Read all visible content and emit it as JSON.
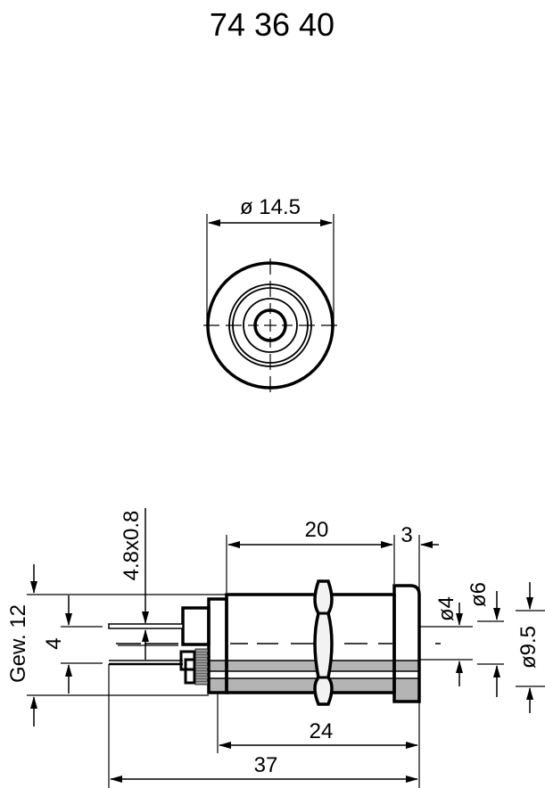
{
  "part_number": "74 36 40",
  "front_view": {
    "diameter_label": "ø 14.5"
  },
  "side_view": {
    "dimensions": {
      "body_length": "20",
      "flange_thickness": "3",
      "mount_length": "24",
      "overall_length": "37",
      "thread": "Gew. 12",
      "pin_spacing": "4",
      "pin_size": "4.8x0.8",
      "bore_diameter": "ø4",
      "inner_diameter": "ø6",
      "flange_diameter": "ø9.5"
    }
  },
  "colors": {
    "line": "#000000",
    "fill_gray": "#b4b4b4",
    "nut_fill": "#f2f2f2",
    "background": "#ffffff"
  }
}
